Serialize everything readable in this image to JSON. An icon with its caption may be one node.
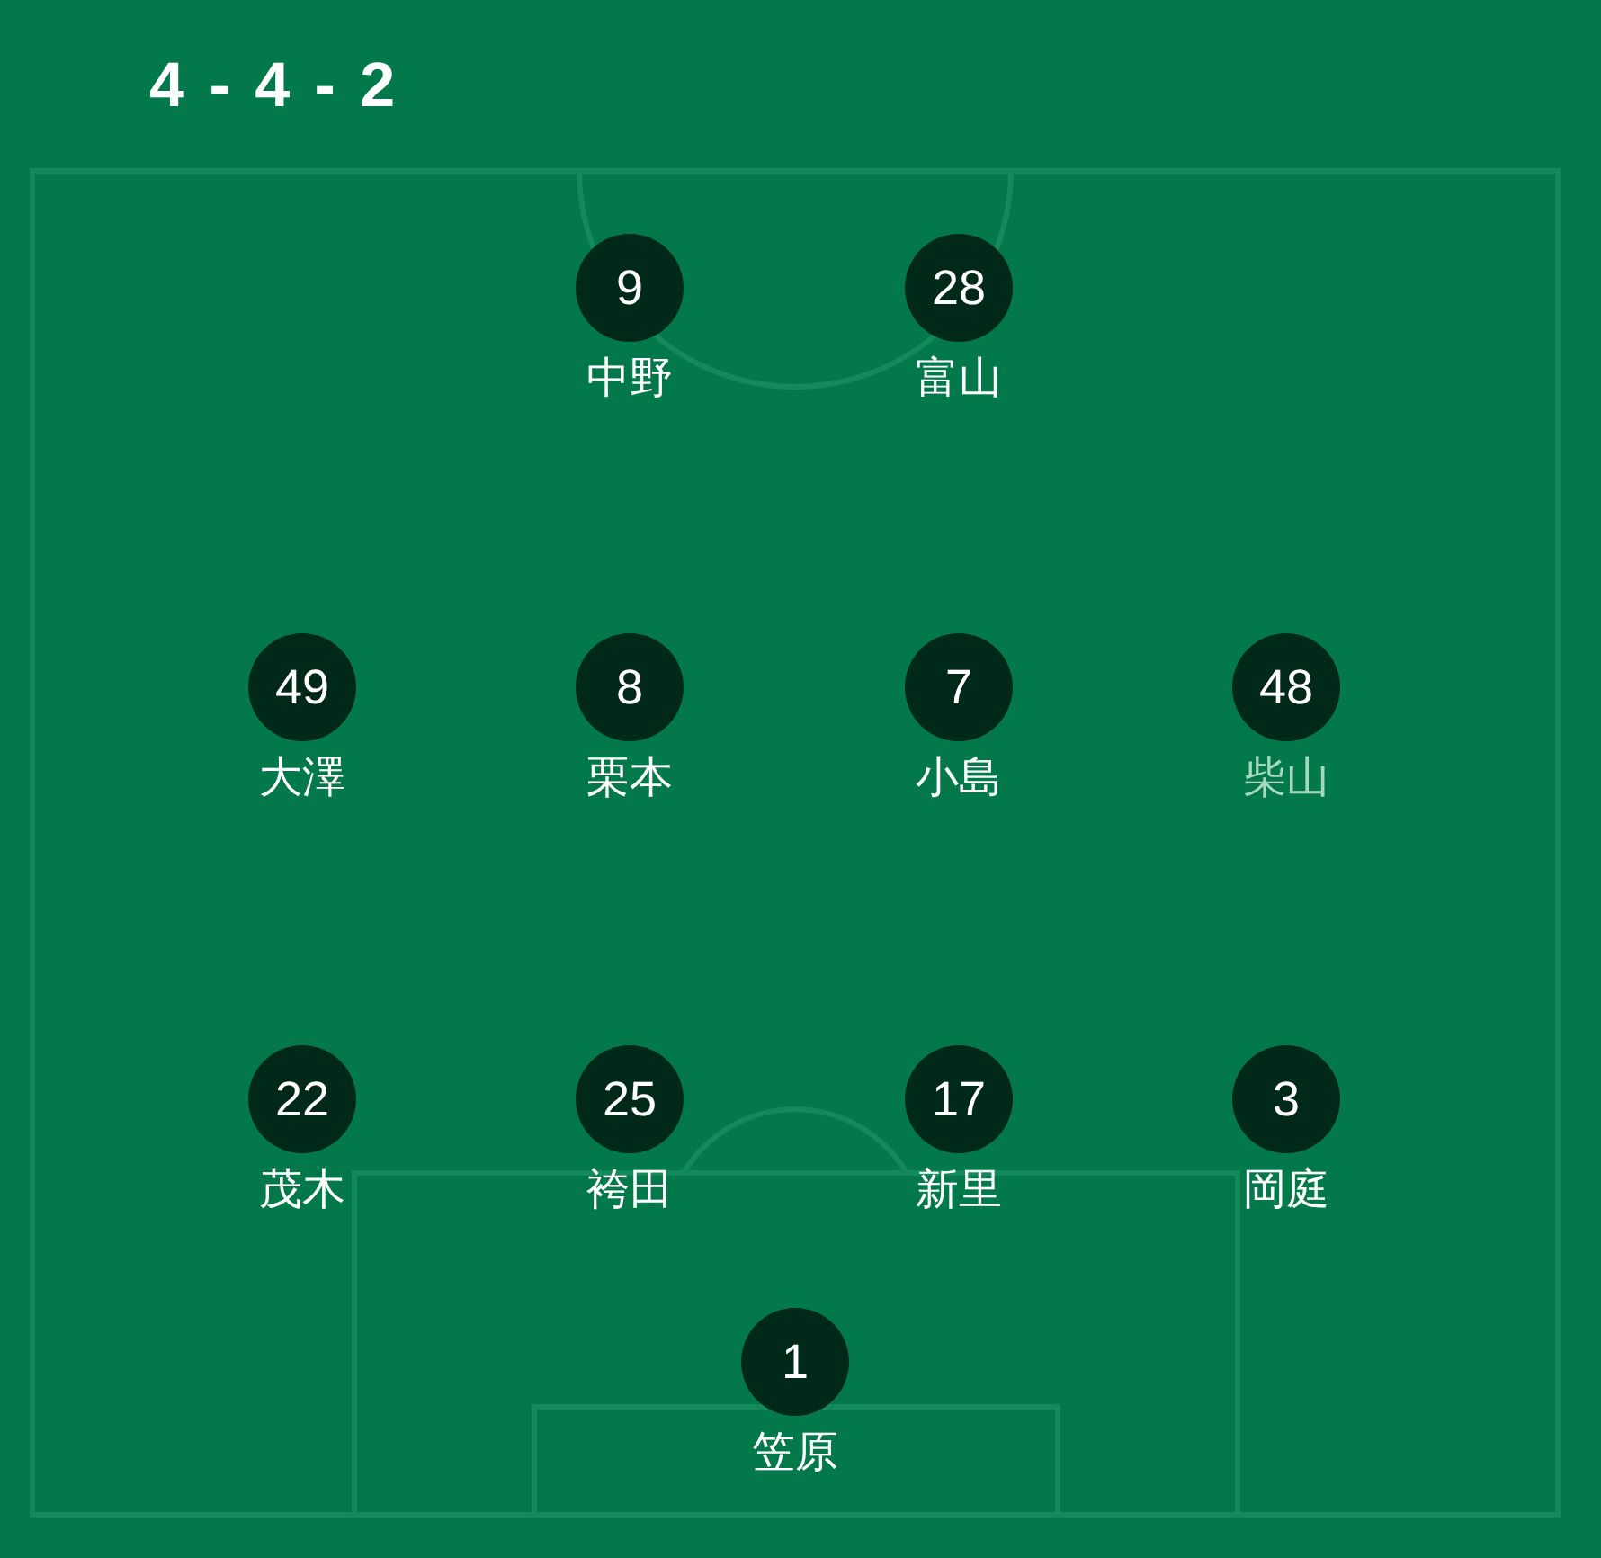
{
  "diagram": {
    "title": "4 - 4 - 2",
    "nodes": [
      {
        "text": [
          "9"
        ],
        "beside": [
          "中野"
        ]
      },
      {
        "text": [
          "28"
        ],
        "beside": [
          "富山"
        ]
      },
      {
        "text": [
          "49"
        ],
        "beside": [
          "大澤"
        ]
      },
      {
        "text": [
          "8"
        ],
        "beside": [
          "栗本"
        ]
      },
      {
        "text": [
          "7"
        ],
        "beside": [
          "小島"
        ]
      },
      {
        "text": [
          "48"
        ],
        "beside": [
          "柴山"
        ]
      },
      {
        "text": [
          "22"
        ],
        "beside": [
          "茂木"
        ]
      },
      {
        "text": [
          "25"
        ],
        "beside": [
          "袴田"
        ]
      },
      {
        "text": [
          "17"
        ],
        "beside": [
          "新里"
        ]
      },
      {
        "text": [
          "3"
        ],
        "beside": [
          "岡庭"
        ]
      },
      {
        "text": [
          "1"
        ],
        "beside": [
          "笠原"
        ]
      }
    ]
  }
}
